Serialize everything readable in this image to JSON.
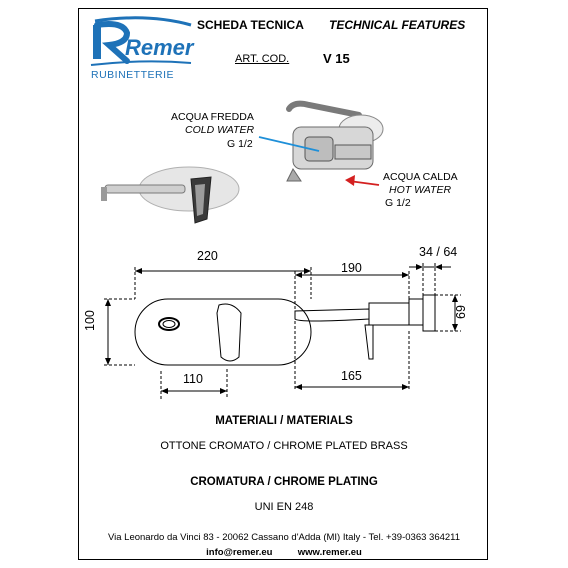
{
  "brand": {
    "name": "Remer",
    "subtitle": "RUBINETTERIE",
    "color": "#1e72b8"
  },
  "header": {
    "title_it": "SCHEDA TECNICA",
    "title_en": "TECHNICAL FEATURES",
    "art_label": "ART. COD.",
    "art_code": "V 15"
  },
  "connections": {
    "cold_it": "ACQUA FREDDA",
    "cold_en": "COLD WATER",
    "cold_size": "G 1/2",
    "cold_color": "#1e8fd8",
    "hot_it": "ACQUA CALDA",
    "hot_en": "HOT WATER",
    "hot_size": "G 1/2",
    "hot_color": "#d42020"
  },
  "dimensions": {
    "width": "220",
    "height": "100",
    "handle_offset": "110",
    "spout_length": "190",
    "spout_reach": "165",
    "depth": "34 / 64",
    "plate_height": "69"
  },
  "materials": {
    "title": "MATERIALI / MATERIALS",
    "value": "OTTONE CROMATO / CHROME PLATED BRASS"
  },
  "plating": {
    "title": "CROMATURA / CHROME PLATING",
    "value": "UNI EN 248"
  },
  "footer": {
    "address": "Via Leonardo da Vinci 83 - 20062 Cassano d'Adda (MI) Italy - Tel. +39-0363 364211",
    "email": "info@remer.eu",
    "website": "www.remer.eu"
  }
}
